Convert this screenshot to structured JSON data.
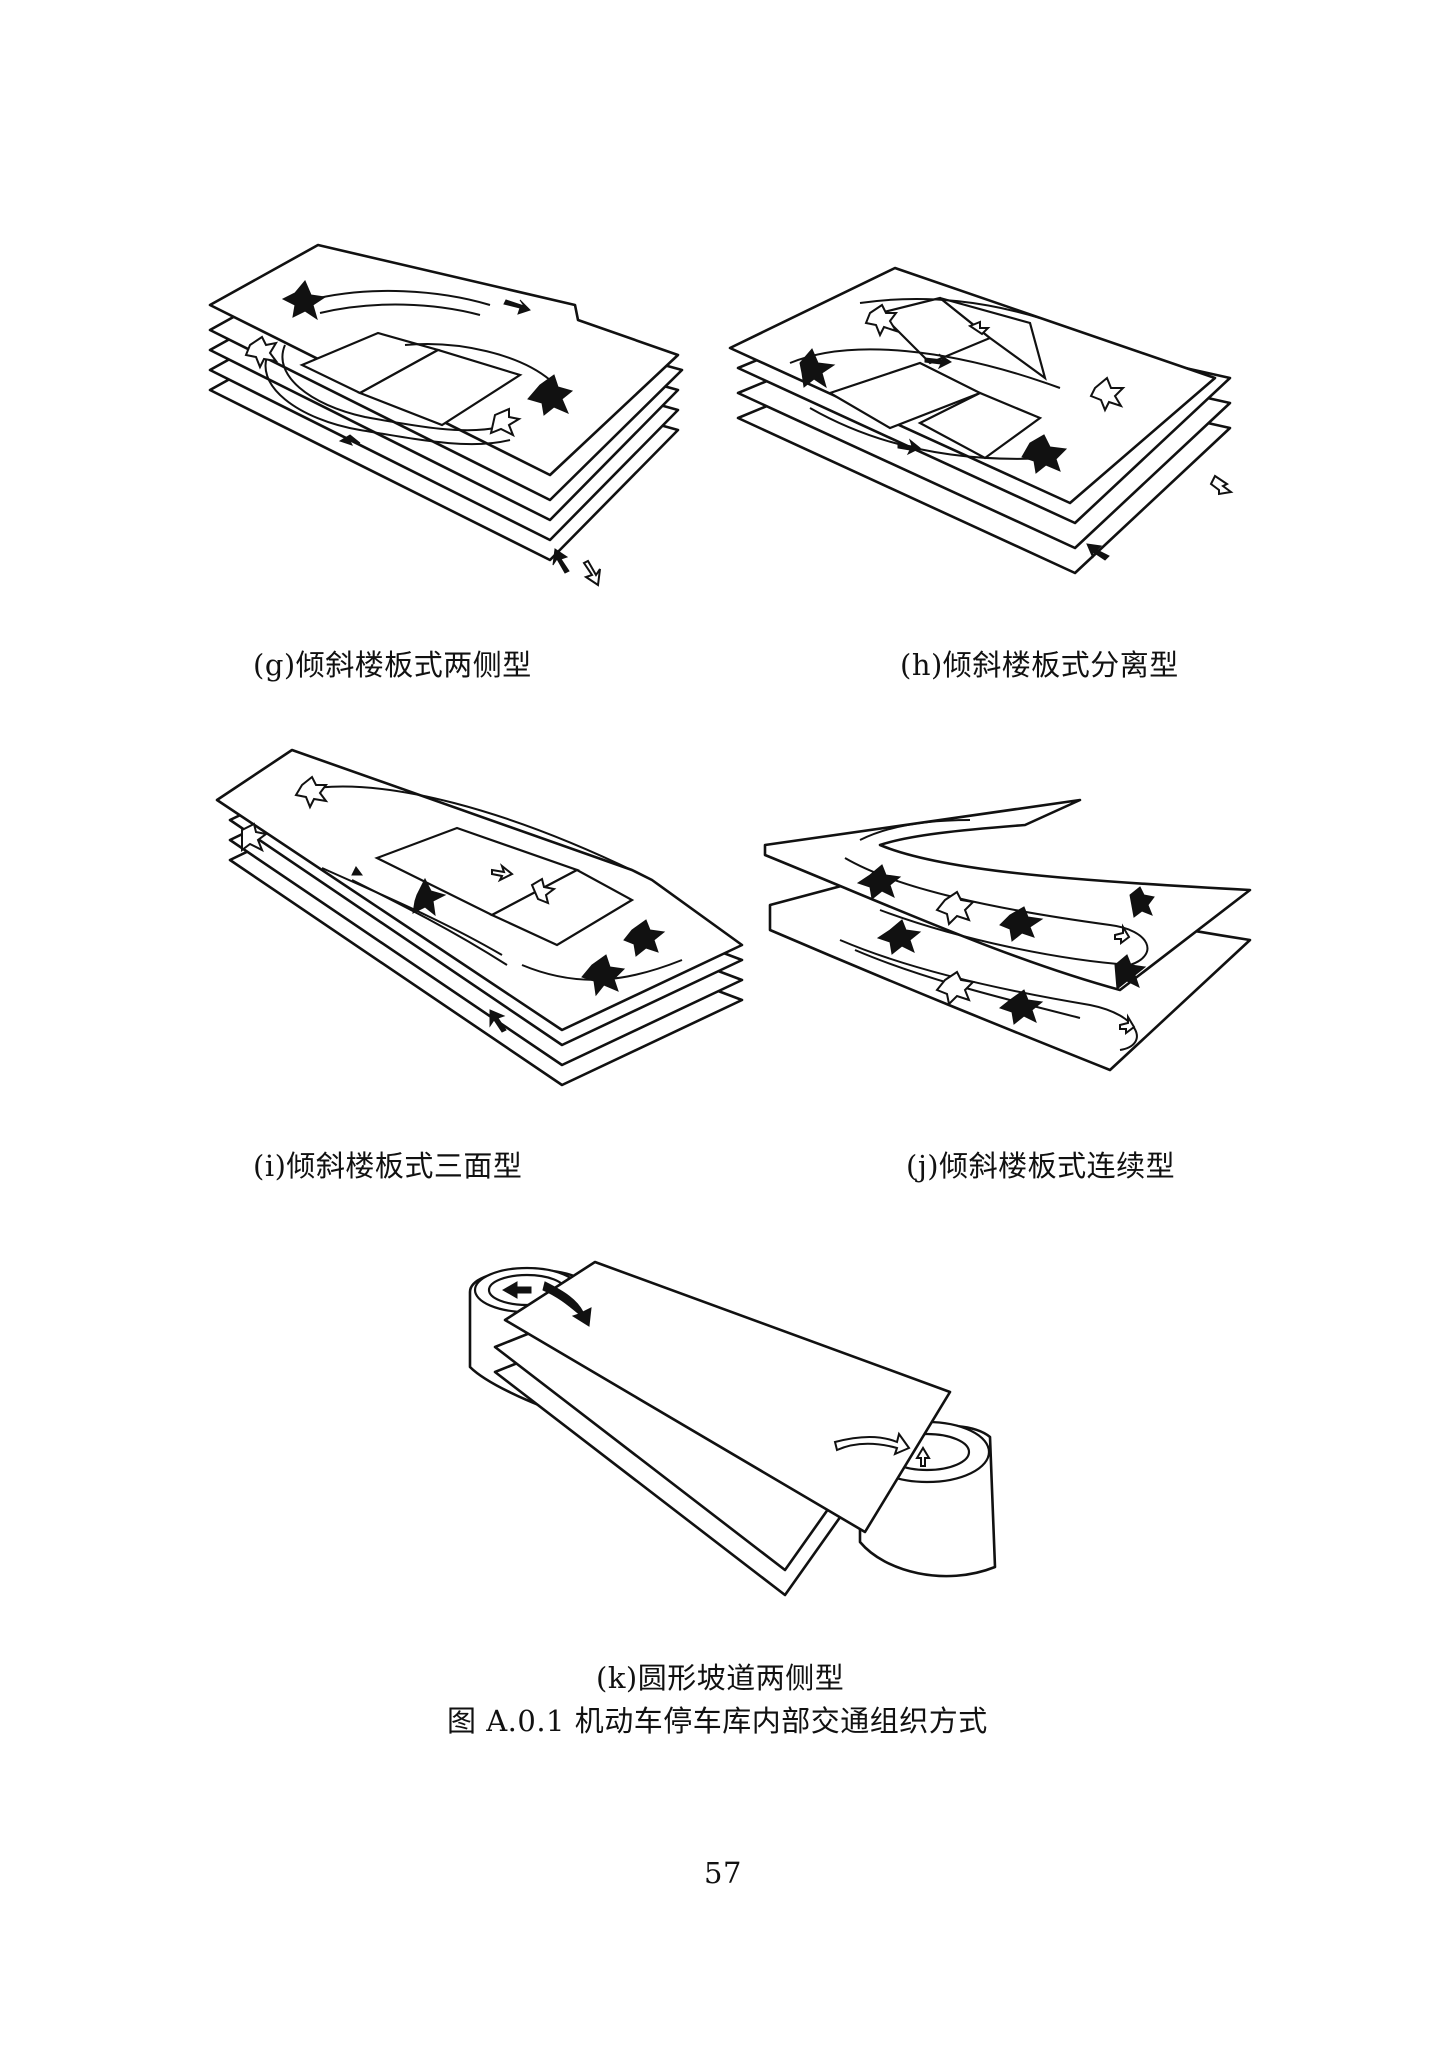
{
  "figures": {
    "g": {
      "caption": "(g)倾斜楼板式两侧型"
    },
    "h": {
      "caption": "(h)倾斜楼板式分离型"
    },
    "i": {
      "caption": "(i)倾斜楼板式三面型"
    },
    "j": {
      "caption": "(j)倾斜楼板式连续型"
    },
    "k": {
      "caption": "(k)圆形坡道两侧型"
    }
  },
  "figure_title": "图 A.0.1  机动车停车库内部交通组织方式",
  "page_number": "57"
}
